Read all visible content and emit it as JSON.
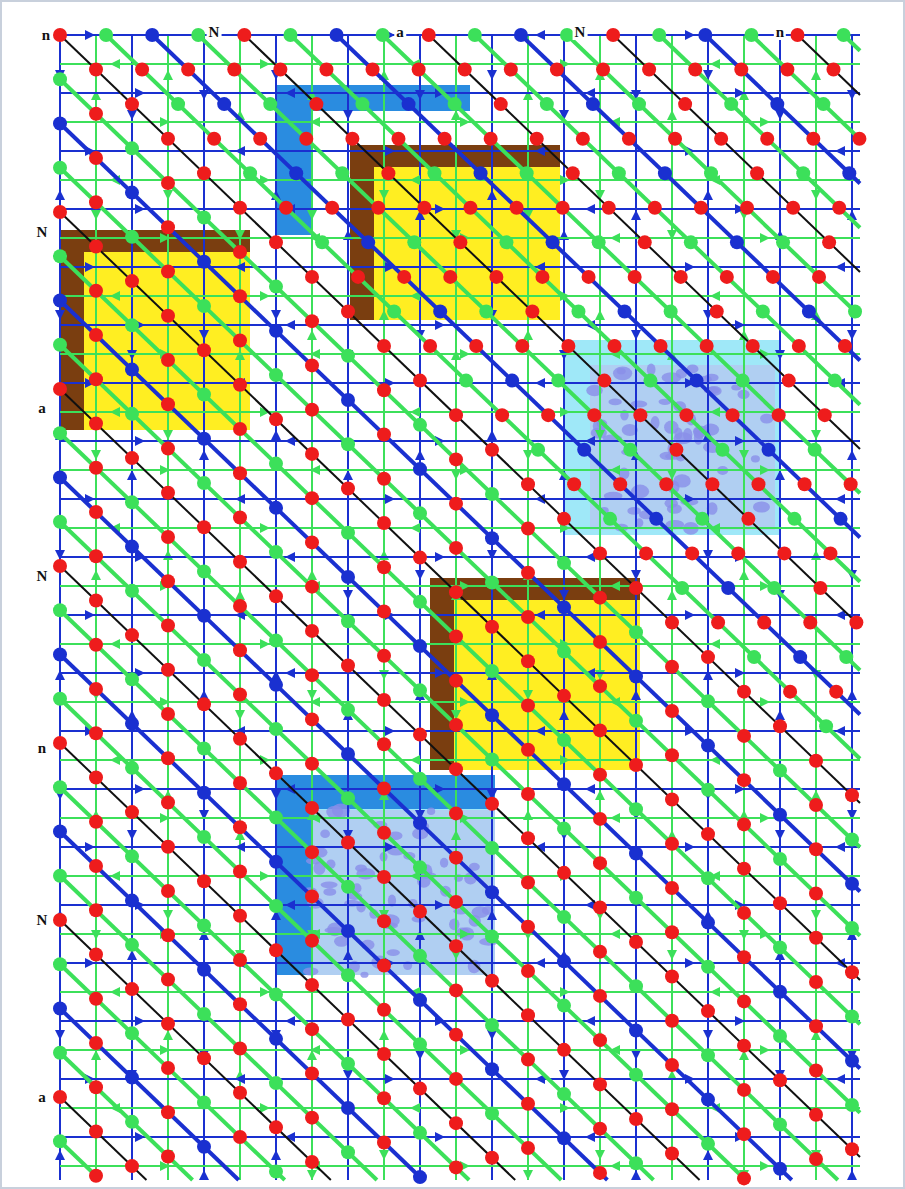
{
  "diagram": {
    "labels": [
      "n",
      "N",
      "a",
      "N",
      "n",
      "N",
      "a",
      "N",
      "n",
      "N",
      "a"
    ]
  }
}
